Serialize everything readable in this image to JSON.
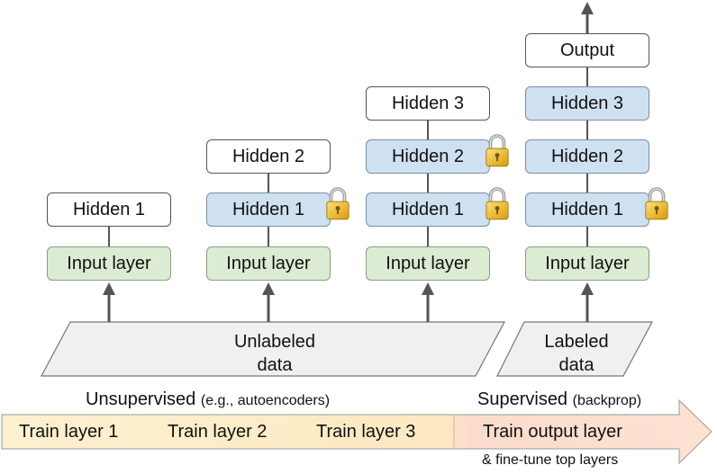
{
  "columns": [
    {
      "layers": [
        "Input layer",
        "Hidden 1"
      ]
    },
    {
      "layers": [
        "Input layer",
        "Hidden 1",
        "Hidden 2"
      ]
    },
    {
      "layers": [
        "Input layer",
        "Hidden 1",
        "Hidden 2",
        "Hidden 3"
      ]
    },
    {
      "layers": [
        "Input layer",
        "Hidden 1",
        "Hidden 2",
        "Hidden 3",
        "Output"
      ]
    }
  ],
  "data_blocks": {
    "unlabeled": {
      "line1": "Unlabeled",
      "line2": "data"
    },
    "labeled": {
      "line1": "Labeled",
      "line2": "data"
    }
  },
  "phases": {
    "unsupervised": {
      "main": "Unsupervised",
      "note": "(e.g., autoencoders)"
    },
    "supervised": {
      "main": "Supervised",
      "note": "(backprop)"
    }
  },
  "steps": [
    "Train layer 1",
    "Train layer 2",
    "Train layer 3",
    "Train output layer"
  ],
  "fine_tune": "& fine-tune top layers",
  "colors": {
    "input_fill": "#dcebd3",
    "frozen_fill": "#cfe0f1",
    "unsupervised_band": "#fdebc4",
    "supervised_band": "#fbdccb",
    "data_fill": "#f0f0f0",
    "arrow": "#555555",
    "lock_gold": "#e8b21a"
  }
}
